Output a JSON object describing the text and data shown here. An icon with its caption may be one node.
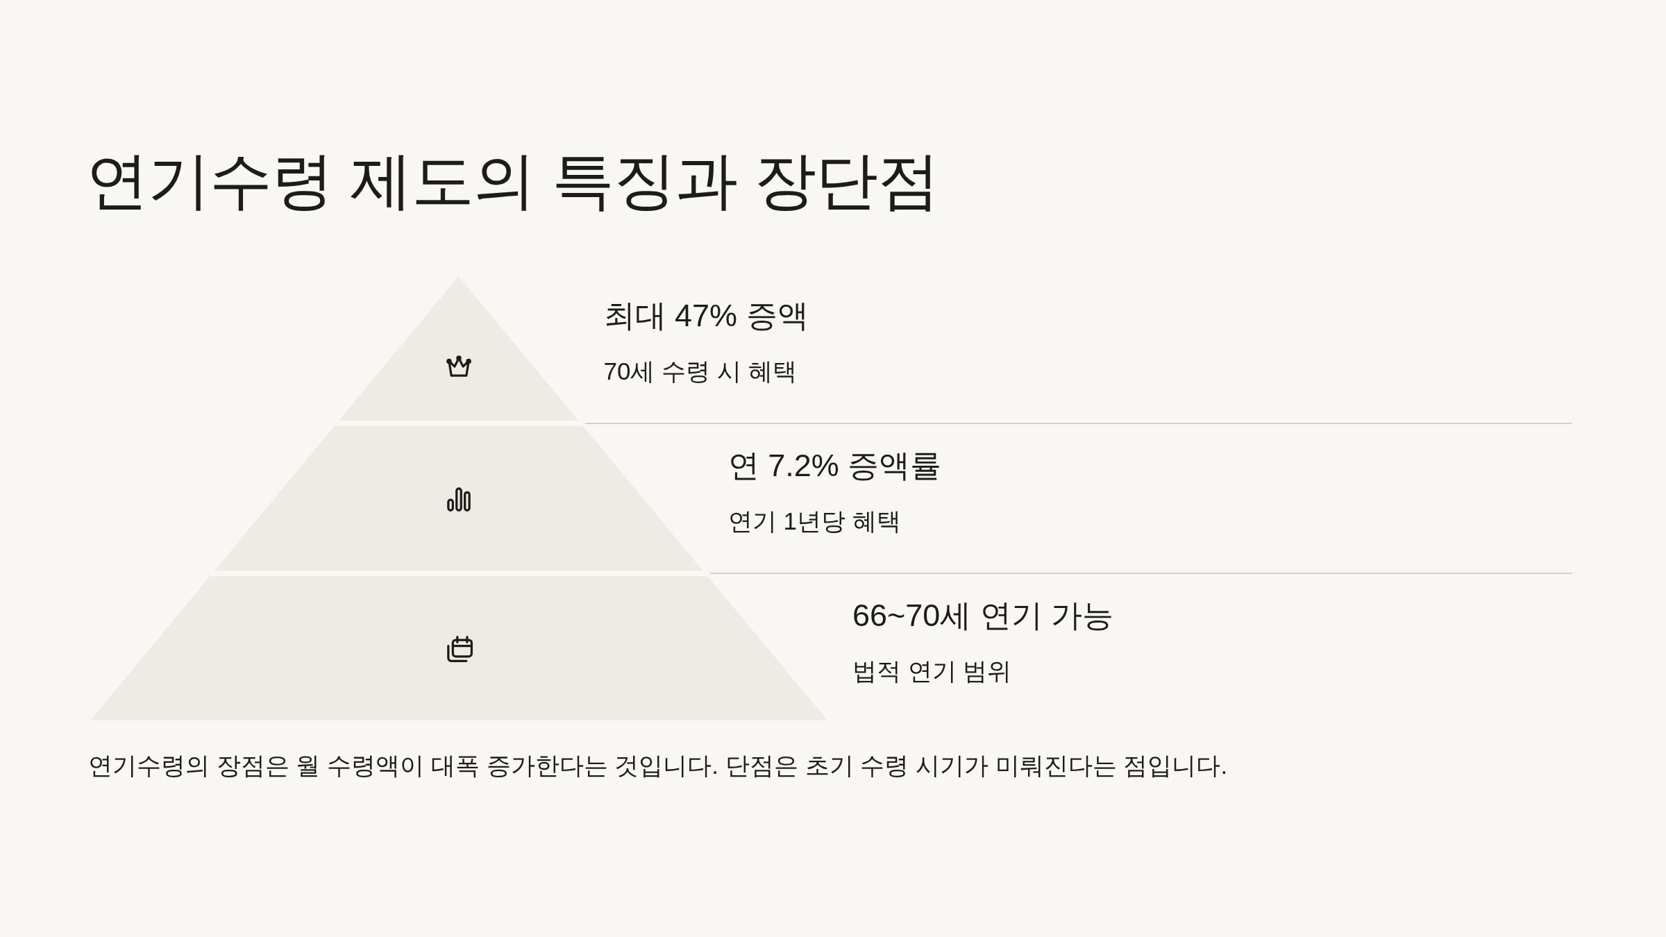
{
  "diagram": {
    "title": "연기수령 제도의 특징과 장단점",
    "nodes": [
      {
        "text": [
          "최대 47% 증액",
          "70세 수령 시 혜택"
        ]
      },
      {
        "text": [
          "연 7.2% 증액률",
          "연기 1년당 혜택"
        ]
      },
      {
        "text": [
          "66~70세 연기 가능",
          "법적 연기 범위"
        ]
      }
    ],
    "caption": "연기수령의 장점은 월 수령액이 대폭 증가한다는 것입니다. 단점은 초기 수령 시기가 미뤄진다는 점입니다."
  }
}
